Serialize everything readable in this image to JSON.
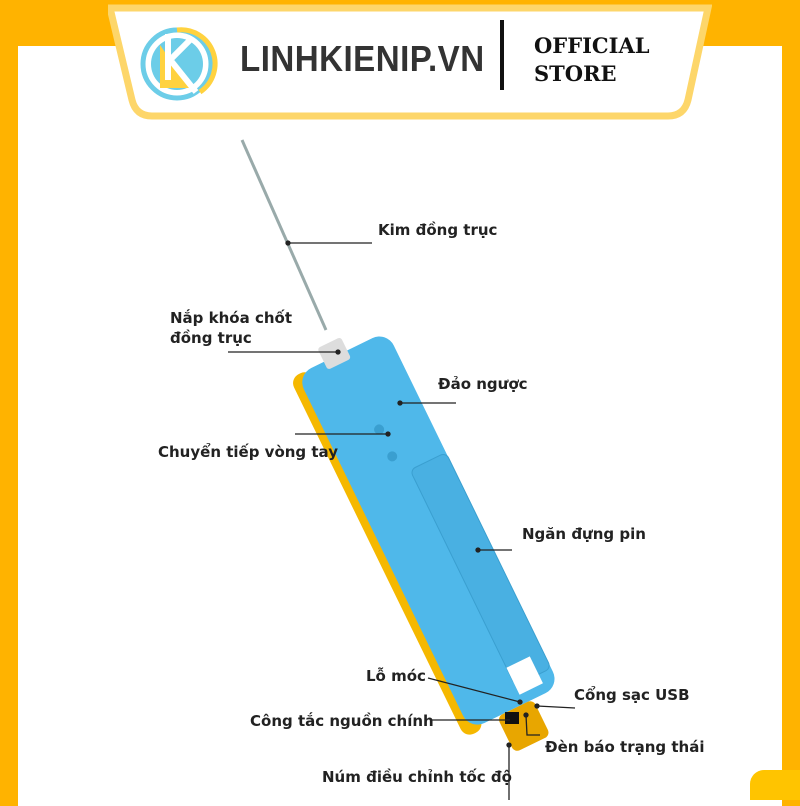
{
  "header": {
    "brand": "LINHKIENIP.VN",
    "official_line1": "OFFICIAL",
    "official_line2": "STORE"
  },
  "labels": {
    "needle": "Kim đồng trục",
    "cap_line1": "Nắp khóa chốt",
    "cap_line2": "đồng trục",
    "reverse": "Đảo ngược",
    "forward": "Chuyển tiếp vòng tay",
    "battery": "Ngăn đựng pin",
    "hook": "Lỗ móc",
    "usb": "Cổng sạc USB",
    "power": "Công tắc nguồn chính",
    "led": "Đèn báo trạng thái",
    "speed": "Núm điều chỉnh tốc độ"
  },
  "colors": {
    "frame": "#ffb300",
    "banner_border": "#fdd66a",
    "body_blue": "#4fb8ea",
    "grip_yellow": "#f5b800"
  }
}
